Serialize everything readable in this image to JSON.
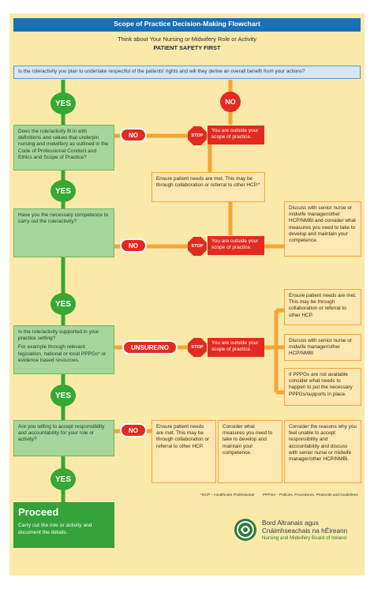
{
  "header": {
    "title": "Scope of Practice Decision-Making Flowchart",
    "subtitle": "Think about Your Nursing or Midwifery Role or Activity",
    "tagline": "PATIENT SAFETY FIRST"
  },
  "question0": "Is the role/activity you plan to undertake respectful of the patients' rights and will they derive an overall benefit from your actions?",
  "labels": {
    "yes": "YES",
    "no": "NO",
    "unsure": "UNSURE/NO",
    "stop": "STOP"
  },
  "q1": "Does the role/activity fit in with definitions and values that underpin nursing and midwifery as outlined in the Code of Professional Conduct and Ethics and Scope of Practice?",
  "q2": "Have you the necessary competence to carry out the role/activity?",
  "q3a": "Is the role/activity supported in your practice setting?",
  "q3b": "For example through relevant legislation, national or local PPPGs* or evidence based resources.",
  "q4": "Are you willing to accept responsibility and accountability for your role or activity?",
  "outside": "You are outside your scope of practice.",
  "ensure_needs": "Ensure patient needs are met. This may be through collaboration or referral to other HCP.*",
  "discuss_competence": "Discuss with senior nurse or midwife manager/other HCP/NMBI and consider what measures you need to take to develop and maintain your competence.",
  "q3_options": [
    "Ensure patient needs are met. This may be through collaboration or referral to other HCP.",
    "Discuss with senior nurse or midwife manager/other HCP/NMBI",
    "If PPPGs are not available consider what needs to happen to put the necessary PPPGs/supports in place."
  ],
  "q4_options": [
    "Ensure patient needs are met. This may be through collaboration or referral to other HCP.",
    "Consider what measures you need to take to develop and maintain your competence.",
    "Consider the reasons why you feel unable to accept responsibility and accountability and discuss with senior nurse or midwife manager/other HCP/NMBI."
  ],
  "footnotes": {
    "hcp": "*HCP – Healthcare Professional",
    "pppgs": "PPPGs – Policies, Procedures, Protocols and Guidelines"
  },
  "proceed": {
    "heading": "Proceed",
    "text": "Carry out the role or activity and document the details."
  },
  "logo": {
    "line1": "Bord Altranais agus",
    "line2": "Cnáimhseachais na hÉireann",
    "line3": "Nursing and Midwifery Board of Ireland"
  },
  "colors": {
    "blue": "#1b6fb8",
    "green": "#37a832",
    "orange": "#f4a536",
    "red": "#e12a20",
    "background": "#fbe9a9"
  }
}
